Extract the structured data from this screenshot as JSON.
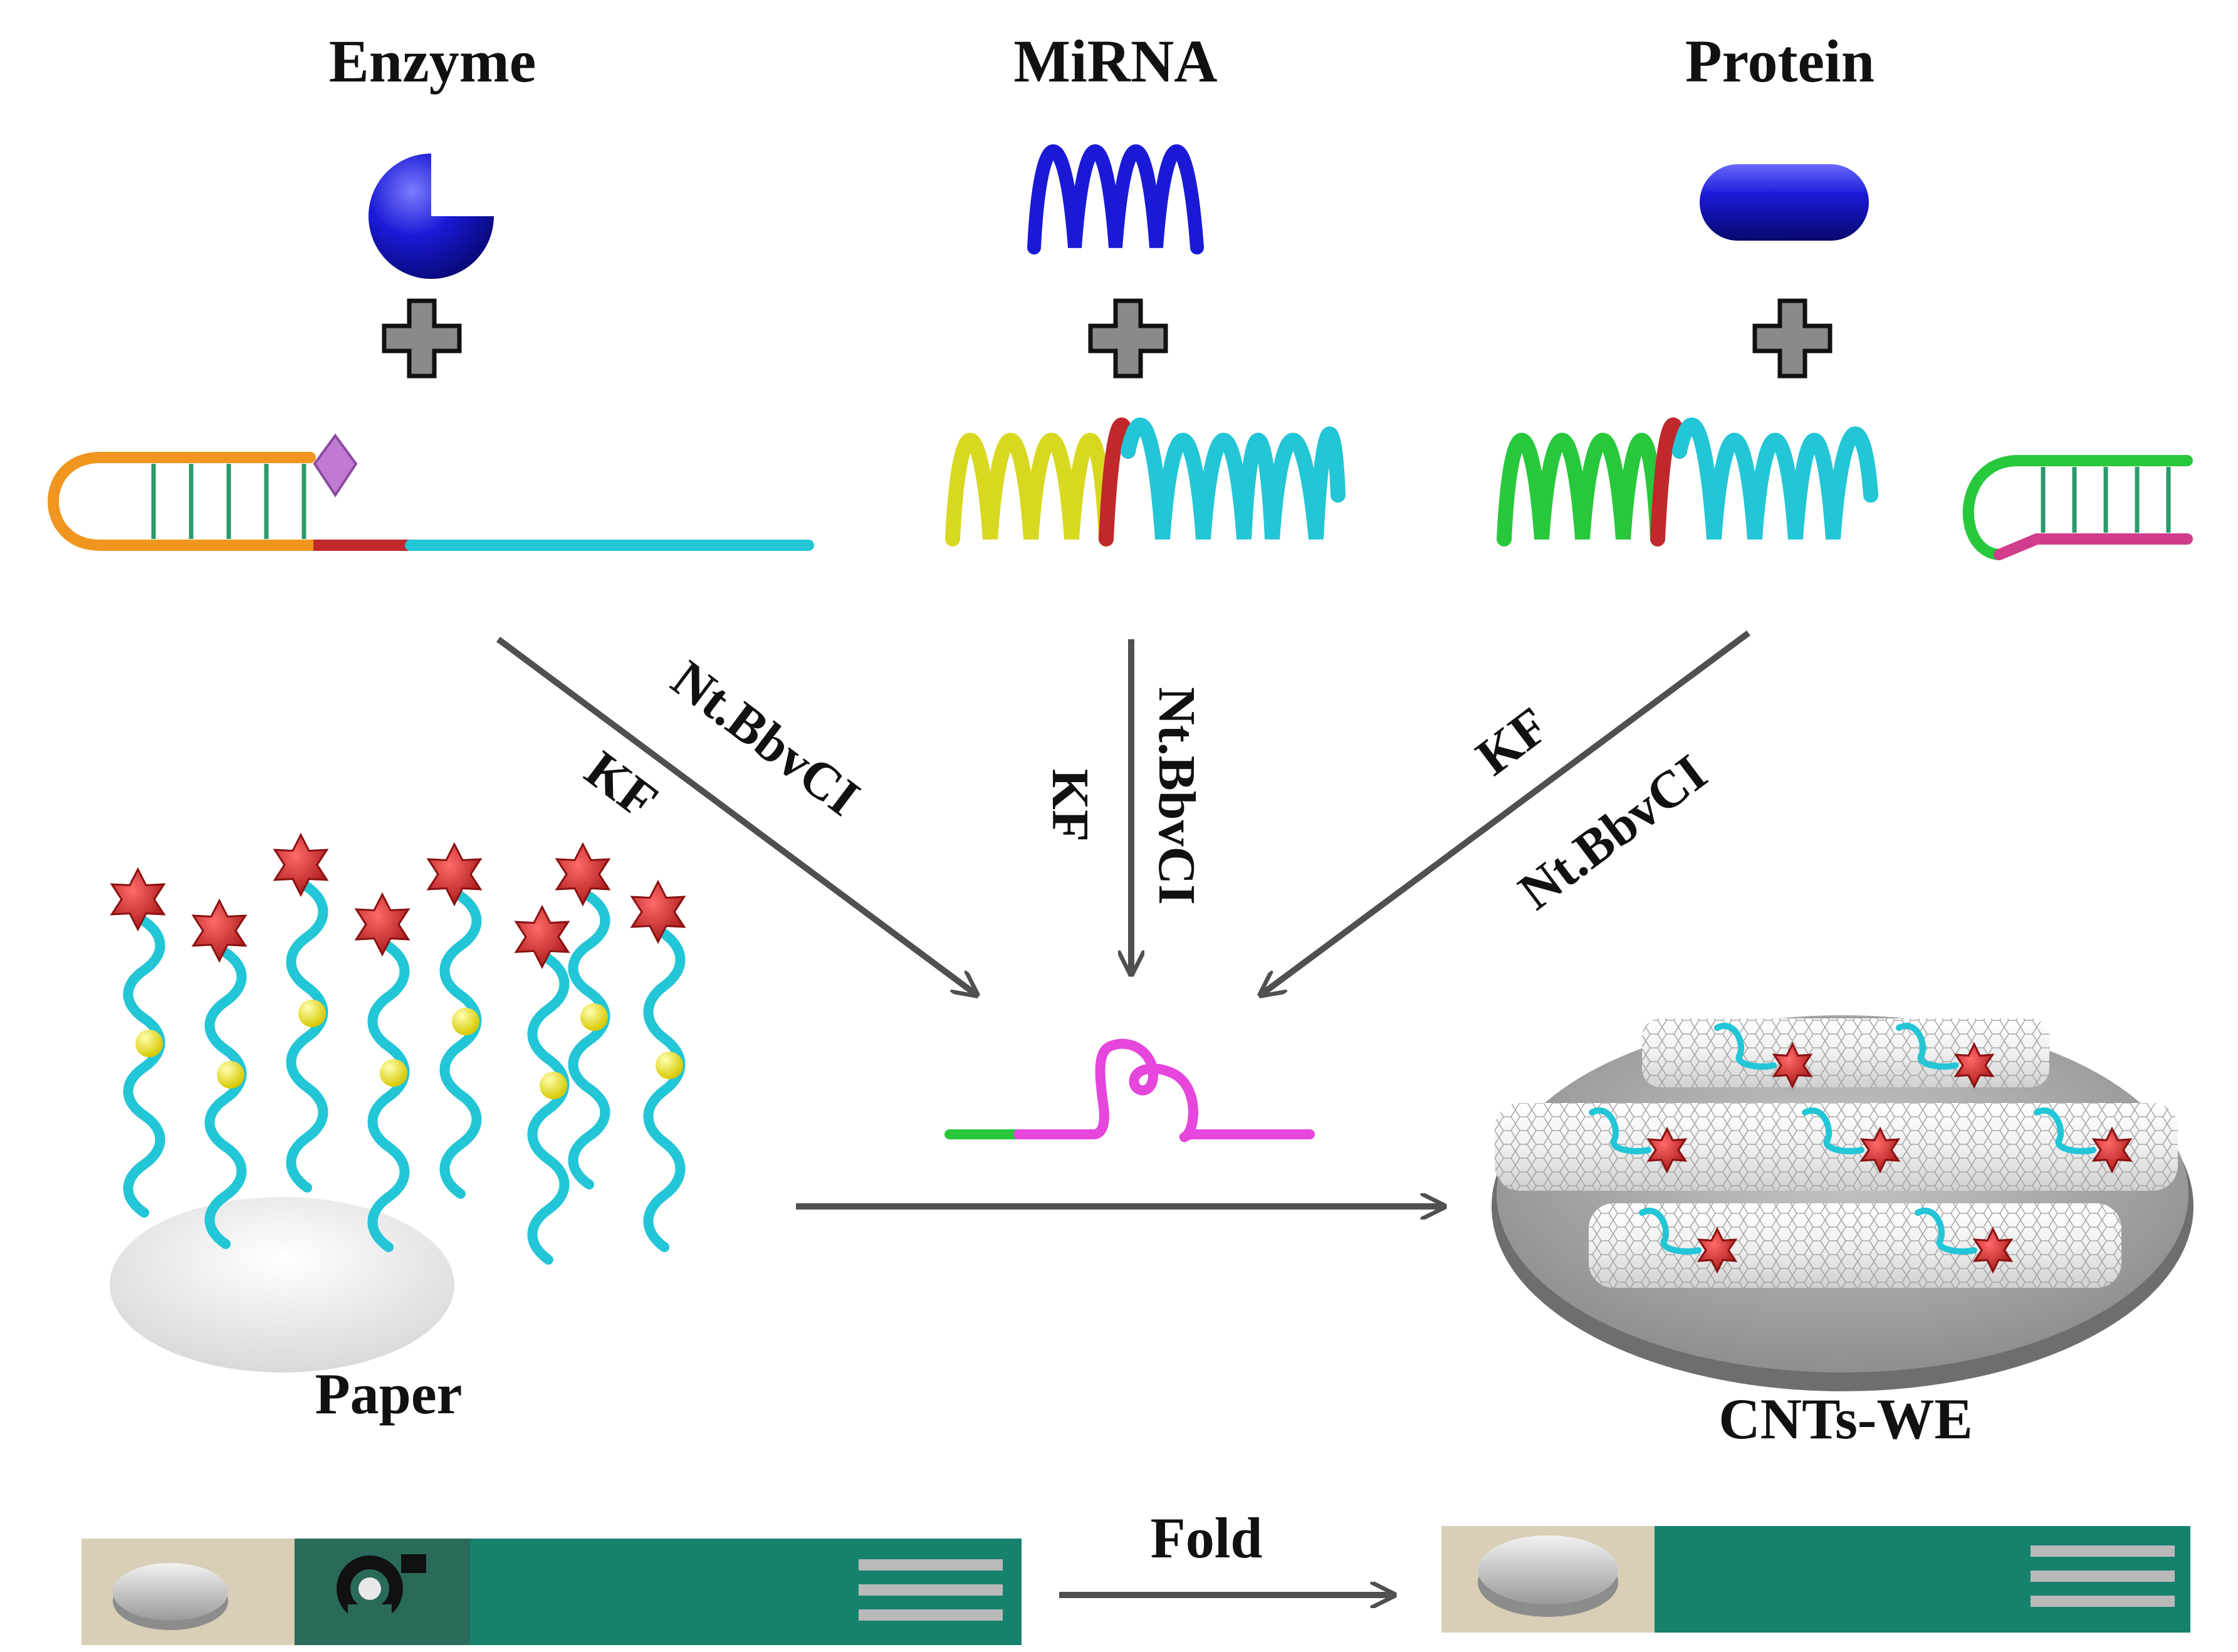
{
  "targets": {
    "enzyme": "Enzyme",
    "mirna": "MiRNA",
    "protein": "Protein"
  },
  "reagents": {
    "left_a": "Nt.BbvCI",
    "left_b": "KF",
    "mid_a": "Nt.BbvCI",
    "mid_b": "KF",
    "right_a": "KF",
    "right_b": "Nt.BbvCI"
  },
  "substrates": {
    "paper": "Paper",
    "cnts_we": "CNTs-WE"
  },
  "device": {
    "fold": "Fold"
  },
  "colors": {
    "target_blue": "#1a1ad6",
    "helix_cyan": "#22c6d6",
    "stem_orange": "#f0961e",
    "nick_red": "#c0282c",
    "loop_green": "#28c83c",
    "tail_pink": "#d23c8c",
    "product_magenta": "#e646dc",
    "star_red": "#d22a2a",
    "bead_yellow": "#f0e632",
    "arrow_gray": "#505050",
    "electrode_green": "#16826e"
  }
}
